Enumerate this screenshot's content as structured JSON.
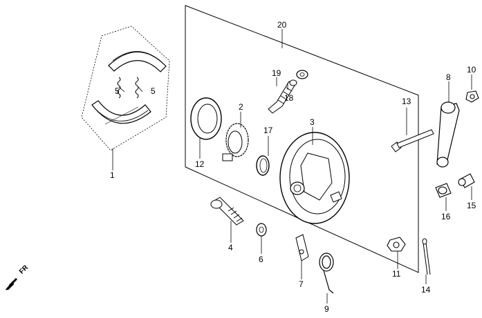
{
  "labels": {
    "p1": "1",
    "p2": "2",
    "p3": "3",
    "p4": "4",
    "p5a": "5",
    "p5b": "5",
    "p6": "6",
    "p7": "7",
    "p8": "8",
    "p9": "9",
    "p10": "10",
    "p11": "11",
    "p12": "12",
    "p13": "13",
    "p14": "14",
    "p15": "15",
    "p16": "16",
    "p17": "17",
    "p18": "18",
    "p19": "19",
    "p20": "20"
  },
  "direction_label": "FR",
  "colors": {
    "line": "#000000",
    "fill": "#ffffff",
    "shade": "#d9d9d9"
  }
}
